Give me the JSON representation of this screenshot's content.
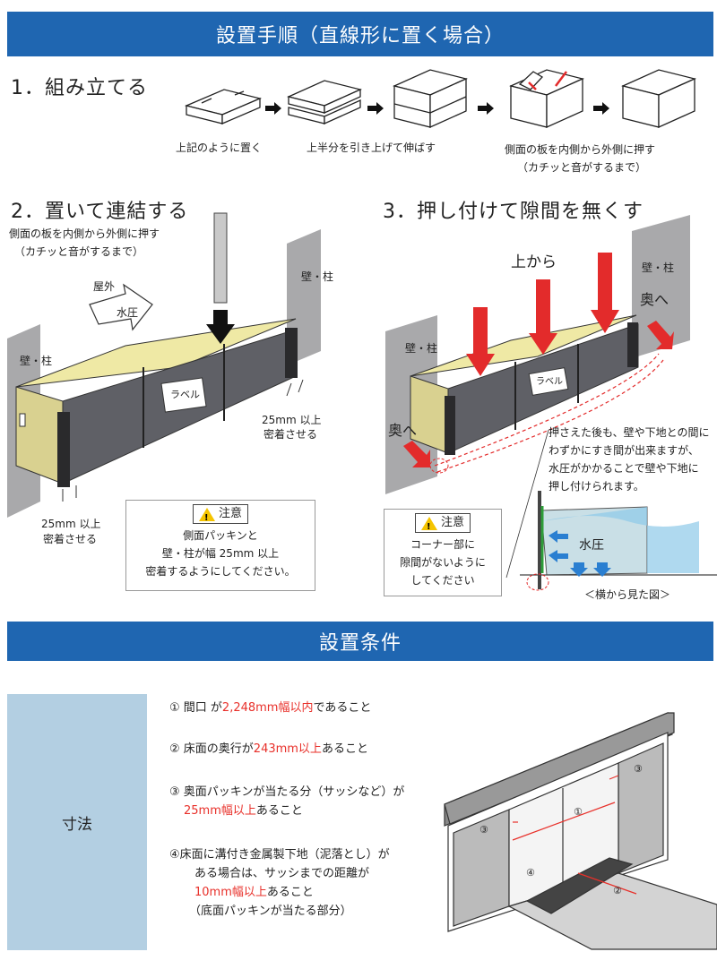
{
  "section1": {
    "title": "設置手順（直線形に置く場合）"
  },
  "step1": {
    "title": "1．組み立てる",
    "caption1": "上記のように置く",
    "caption2": "上半分を引き上げて伸ばす",
    "caption3a": "側面の板を内側から外側に押す",
    "caption3b": "（カチッと音がするまで）"
  },
  "step2": {
    "title": "2．置いて連結する",
    "desc1": "側面の板を内側から外側に押す",
    "desc2": "（カチッと音がするまで）",
    "outdoor": "屋外",
    "water_pressure": "水圧",
    "wall_left": "壁・柱",
    "wall_right": "壁・柱",
    "label": "ラベル",
    "gap_right1": "25mm 以上",
    "gap_right2": "密着させる",
    "gap_left1": "25mm 以上",
    "gap_left2": "密着させる",
    "note_title": "注意",
    "note_line1": "側面パッキンと",
    "note_line2": "壁・柱が幅 25mm 以上",
    "note_line3": "密着するようにしてください。"
  },
  "step3": {
    "title": "3．押し付けて隙間を無くす",
    "from_top": "上から",
    "back1": "奥へ",
    "back2": "奥へ",
    "wall_left": "壁・柱",
    "wall_right": "壁・柱",
    "label": "ラベル",
    "desc1": "押さえた後も、壁や下地との間に",
    "desc2": "わずかにすき間が出来ますが、",
    "desc3": "水圧がかかることで壁や下地に",
    "desc4": "押し付けられます。",
    "note_title": "注意",
    "note_line1": "コーナー部に",
    "note_line2": "隙間がないように",
    "note_line3": "してください",
    "water_pressure": "水圧",
    "side_view": "＜横から見た図＞"
  },
  "section2": {
    "title": "設置条件"
  },
  "conditions": {
    "category": "寸法",
    "c1_pre": "① 間口 が",
    "c1_red": "2,248mm幅以内",
    "c1_post": "であること",
    "c2_pre": "② 床面の奥行が",
    "c2_red": "243mm以上",
    "c2_post": "あること",
    "c3_line1": "③ 奥面パッキンが当たる分（サッシなど）が",
    "c3_red": "25mm幅以上",
    "c3_post": "あること",
    "c4_line1": "④床面に溝付き金属製下地（泥落とし）が",
    "c4_line2": "ある場合は、サッシまでの距離が",
    "c4_red": "10mm幅以上",
    "c4_post": "あること",
    "c4_line4": "（底面パッキンが当たる部分）",
    "diagram_labels": [
      "①",
      "②",
      "③",
      "③",
      "④"
    ]
  },
  "colors": {
    "banner": "#1f66b1",
    "panel": "#b3cfe2",
    "accent_red": "#e8302a",
    "arrow_red": "#e32b2b",
    "box_yellow": "#efe9a5",
    "box_gray": "#5f6066"
  }
}
